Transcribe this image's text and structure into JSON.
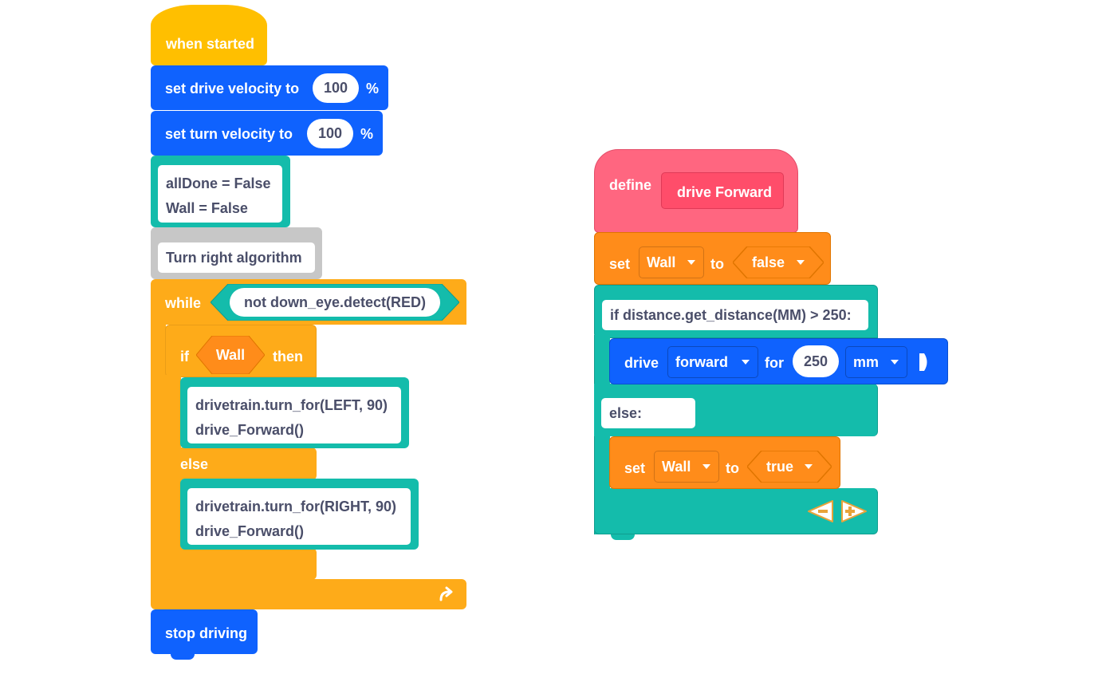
{
  "script_main": {
    "hat_label": "when started",
    "drive_velocity": {
      "label": "set drive velocity to",
      "value": "100",
      "unit": "%"
    },
    "turn_velocity": {
      "label": "set turn velocity to",
      "value": "100",
      "unit": "%"
    },
    "vars_code": [
      "allDone = False",
      "Wall = False"
    ],
    "comment": "Turn right algorithm",
    "while_block": {
      "label": "while",
      "condition": "not down_eye.detect(RED)",
      "if_label": "if",
      "if_condition": "Wall",
      "then_label": "then",
      "then_code": [
        "drivetrain.turn_for(LEFT, 90)",
        "drive_Forward()"
      ],
      "else_label": "else",
      "else_code": [
        "drivetrain.turn_for(RIGHT, 90)",
        "drive_Forward()"
      ]
    },
    "stop_label": "stop driving"
  },
  "script_define": {
    "define_label": "define",
    "proc_name": "drive Forward",
    "set1": {
      "label": "set",
      "var": "Wall",
      "to_label": "to",
      "value": "false"
    },
    "if_code": "if distance.get_distance(MM) > 250:",
    "drive": {
      "label": "drive",
      "direction": "forward",
      "for_label": "for",
      "amount": "250",
      "unit": "mm"
    },
    "else_code": "else:",
    "set2": {
      "label": "set",
      "var": "Wall",
      "to_label": "to",
      "value": "true"
    }
  },
  "colors": {
    "event_yellow": "#ffbf00",
    "motion_blue": "#0f62fe",
    "code_teal": "#14bcab",
    "control_orange": "#feab19",
    "variable_orange": "#ff8c1a",
    "define_pink": "#ff6680",
    "comment_gray": "#c7c7c7"
  }
}
